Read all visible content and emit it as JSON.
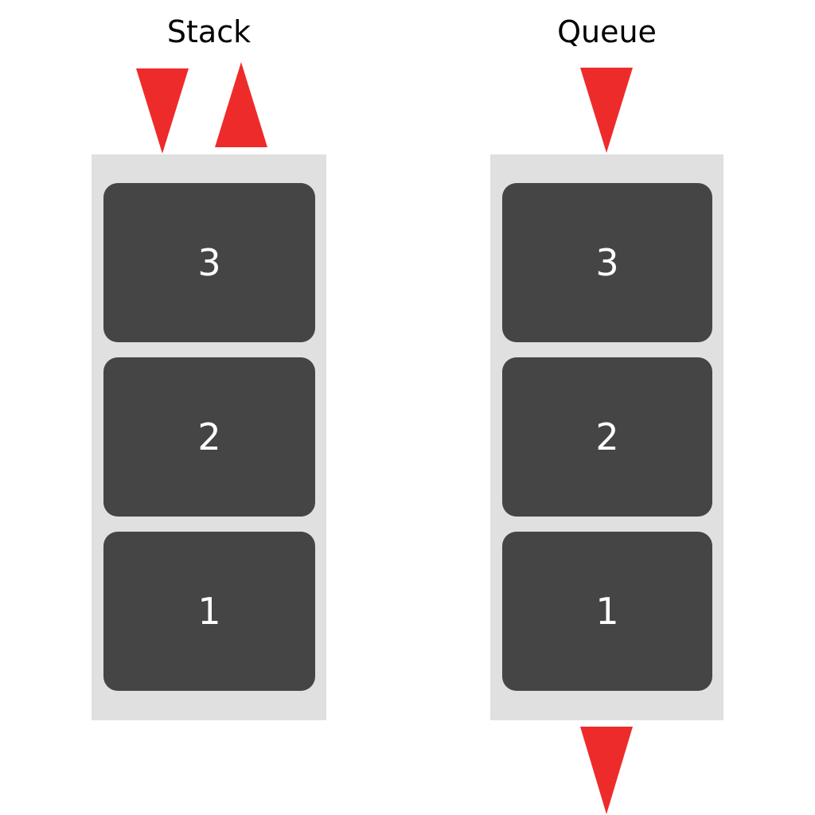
{
  "stack": {
    "title": "Stack",
    "items": [
      "3",
      "2",
      "1"
    ],
    "arrows": [
      {
        "name": "stack-in-arrow",
        "direction": "down",
        "meaning": "push-in-top"
      },
      {
        "name": "stack-out-arrow",
        "direction": "up",
        "meaning": "pop-out-top"
      }
    ]
  },
  "queue": {
    "title": "Queue",
    "items": [
      "3",
      "2",
      "1"
    ],
    "arrows": [
      {
        "name": "queue-in-arrow",
        "direction": "down",
        "meaning": "enqueue-in-top"
      },
      {
        "name": "queue-out-arrow",
        "direction": "down",
        "meaning": "dequeue-out-bottom"
      }
    ]
  },
  "colors": {
    "arrow_red": "#ee2b2b",
    "container_gray": "#e0e0e0",
    "box_dark": "#454545",
    "box_text": "#ffffff",
    "title_text": "#000000",
    "background": "#ffffff"
  }
}
